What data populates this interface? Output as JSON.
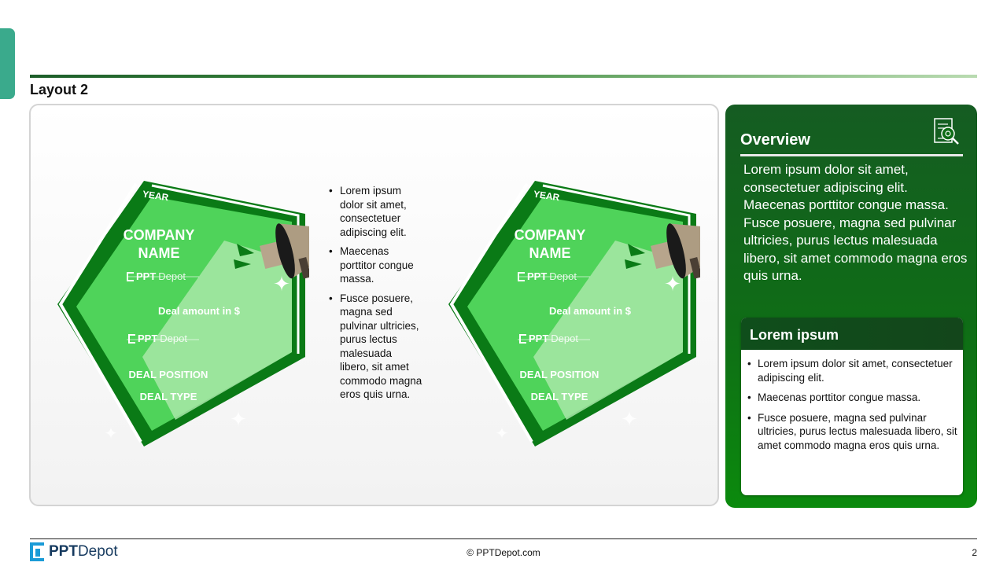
{
  "slide": {
    "title": "Layout 2",
    "page_number": "2",
    "copyright": "© PPTDepot.com"
  },
  "brand": {
    "name_bold": "PPT",
    "name_regular": "Depot",
    "color": "#1a9bd7"
  },
  "graphics": [
    {
      "year": "YEAR",
      "company": "COMPANY NAME",
      "deal_amount": "Deal amount in $",
      "deal_position": "DEAL POSITION",
      "deal_type": "DEAL TYPE"
    },
    {
      "year": "YEAR",
      "company": "COMPANY NAME",
      "deal_amount": "Deal amount in $",
      "deal_position": "DEAL POSITION",
      "deal_type": "DEAL TYPE"
    }
  ],
  "middle_bullets": [
    "Lorem ipsum dolor sit amet, consectetuer adipiscing elit.",
    "Maecenas porttitor congue massa.",
    "Fusce posuere, magna sed pulvinar ultricies, purus lectus malesuada libero, sit amet commodo magna eros quis urna."
  ],
  "overview": {
    "title": "Overview",
    "icon": "document-search-icon",
    "body": "Lorem ipsum dolor sit amet, consectetuer adipiscing elit. Maecenas porttitor congue massa. Fusce posuere, magna sed pulvinar ultricies, purus lectus malesuada libero, sit amet commodo magna eros quis urna.",
    "card": {
      "title": "Lorem ipsum",
      "items": [
        "Lorem ipsum dolor sit amet, consectetuer adipiscing elit.",
        "Maecenas porttitor congue massa.",
        "Fusce posuere, magna sed pulvinar ultricies, purus lectus malesuada libero, sit amet commodo magna eros quis urna."
      ]
    }
  },
  "colors": {
    "accent_green": "#0f6d16",
    "light_green": "#4fd35a",
    "dark_green": "#0a7a16",
    "teal_tab": "#3aaa8c"
  }
}
